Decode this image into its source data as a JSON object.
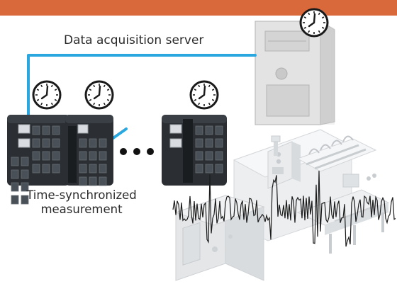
{
  "labels": {
    "server": "Data acquisition server",
    "measurement": "Time-synchronized measurement"
  },
  "colors": {
    "band": "#d9693a",
    "cable": "#2aa7df",
    "device_body": "#2b2f33",
    "server_body": "#e3e3e3",
    "clock_stroke": "#1a1a1a",
    "waveform": "#1c1c1c",
    "machine": "#e6e8ea"
  },
  "icons": {
    "clock": "clock-icon",
    "server": "server-tower-icon",
    "device": "measurement-module-icon",
    "machine": "industrial-machine-icon",
    "ellipsis": "ellipsis-dots"
  }
}
